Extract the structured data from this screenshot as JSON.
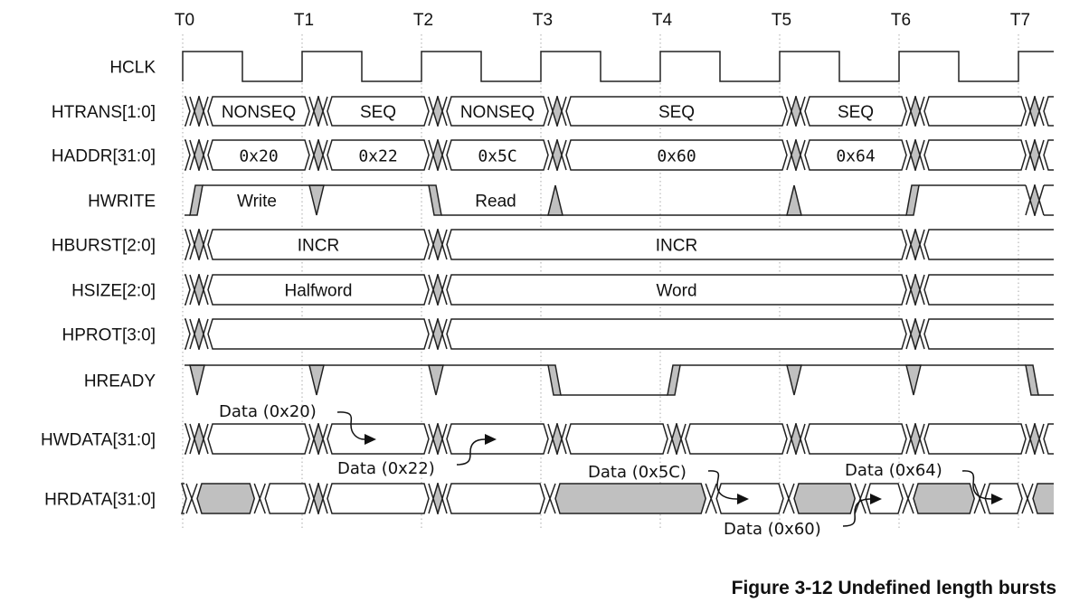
{
  "time_labels": [
    "T0",
    "T1",
    "T2",
    "T3",
    "T4",
    "T5",
    "T6",
    "T7"
  ],
  "colors": {
    "line": "#222222",
    "shade": "#c0c0c0",
    "grid": "#aaaaaa"
  },
  "signals": [
    {
      "name": "HCLK",
      "kind": "clock"
    },
    {
      "name": "HTRANS[1:0]",
      "kind": "bus",
      "crossings": [
        0,
        1,
        2,
        3,
        5,
        6,
        7
      ],
      "segments": [
        "",
        "NONSEQ",
        "SEQ",
        "NONSEQ",
        "SEQ",
        "SEQ",
        "",
        ""
      ]
    },
    {
      "name": "HADDR[31:0]",
      "kind": "bus",
      "mono": true,
      "crossings": [
        0,
        1,
        2,
        3,
        5,
        6,
        7
      ],
      "segments": [
        "",
        "0x20",
        "0x22",
        "0x5C",
        "0x60",
        "0x64",
        "",
        ""
      ]
    },
    {
      "name": "HWRITE",
      "kind": "level",
      "start": "low",
      "events": [
        {
          "t": 0,
          "type": "rise"
        },
        {
          "t": 1,
          "type": "glitch-down"
        },
        {
          "t": 2,
          "type": "fall"
        },
        {
          "t": 3,
          "type": "glitch-up"
        },
        {
          "t": 5,
          "type": "glitch-up"
        },
        {
          "t": 6,
          "type": "rise"
        },
        {
          "t": 7,
          "type": "bus-x"
        }
      ],
      "labels": [
        {
          "from": 0,
          "to": 1,
          "text": "Write"
        },
        {
          "from": 2,
          "to": 3,
          "text": "Read"
        }
      ]
    },
    {
      "name": "HBURST[2:0]",
      "kind": "bus",
      "crossings": [
        0,
        2,
        6
      ],
      "segments": [
        "",
        "INCR",
        "INCR",
        ""
      ]
    },
    {
      "name": "HSIZE[2:0]",
      "kind": "bus",
      "crossings": [
        0,
        2,
        6
      ],
      "segments": [
        "",
        "Halfword",
        "Word",
        ""
      ]
    },
    {
      "name": "HPROT[3:0]",
      "kind": "bus",
      "crossings": [
        0,
        2,
        6
      ],
      "segments": [
        "",
        "",
        "",
        ""
      ]
    },
    {
      "name": "HREADY",
      "kind": "level",
      "start": "high",
      "events": [
        {
          "t": 0,
          "type": "glitch-down"
        },
        {
          "t": 1,
          "type": "glitch-down"
        },
        {
          "t": 2,
          "type": "glitch-down"
        },
        {
          "t": 3,
          "type": "fall"
        },
        {
          "t": 4,
          "type": "rise"
        },
        {
          "t": 5,
          "type": "glitch-down"
        },
        {
          "t": 6,
          "type": "glitch-down"
        },
        {
          "t": 7,
          "type": "fall"
        }
      ],
      "labels": []
    },
    {
      "name": "HWDATA[31:0]",
      "kind": "bus",
      "crossings": [
        0,
        1,
        2,
        3,
        4,
        5,
        6,
        7
      ],
      "segments": [
        "",
        "",
        "",
        "",
        "",
        "",
        "",
        "",
        ""
      ]
    },
    {
      "name": "HRDATA[31:0]",
      "kind": "bus",
      "crossings": [
        {
          "t": 0,
          "plain": true
        },
        {
          "t": 0.57,
          "plain": true
        },
        {
          "t": 1
        },
        {
          "t": 2
        },
        {
          "t": 3,
          "plain": true
        },
        {
          "t": 4.35,
          "plain": true
        },
        {
          "t": 5,
          "plain": true
        },
        {
          "t": 5.6,
          "plain": true
        },
        {
          "t": 6,
          "plain": true
        },
        {
          "t": 6.6,
          "plain": true
        },
        {
          "t": 7,
          "plain": true
        }
      ],
      "shaded": [
        false,
        true,
        false,
        false,
        false,
        true,
        false,
        true,
        false,
        true,
        false,
        true
      ],
      "segments": [
        "",
        "",
        "",
        "",
        "",
        "",
        "",
        "",
        "",
        "",
        "",
        ""
      ]
    }
  ],
  "annotations": [
    {
      "text": "Data (0x20)",
      "target": "HWDATA[31:0]"
    },
    {
      "text": "Data (0x22)",
      "target": "HWDATA[31:0]"
    },
    {
      "text": "Data (0x5C)",
      "target": "HRDATA[31:0]"
    },
    {
      "text": "Data (0x60)",
      "target": "HRDATA[31:0]"
    },
    {
      "text": "Data (0x64)",
      "target": "HRDATA[31:0]"
    }
  ],
  "caption": "Figure 3-12 Undefined length bursts"
}
